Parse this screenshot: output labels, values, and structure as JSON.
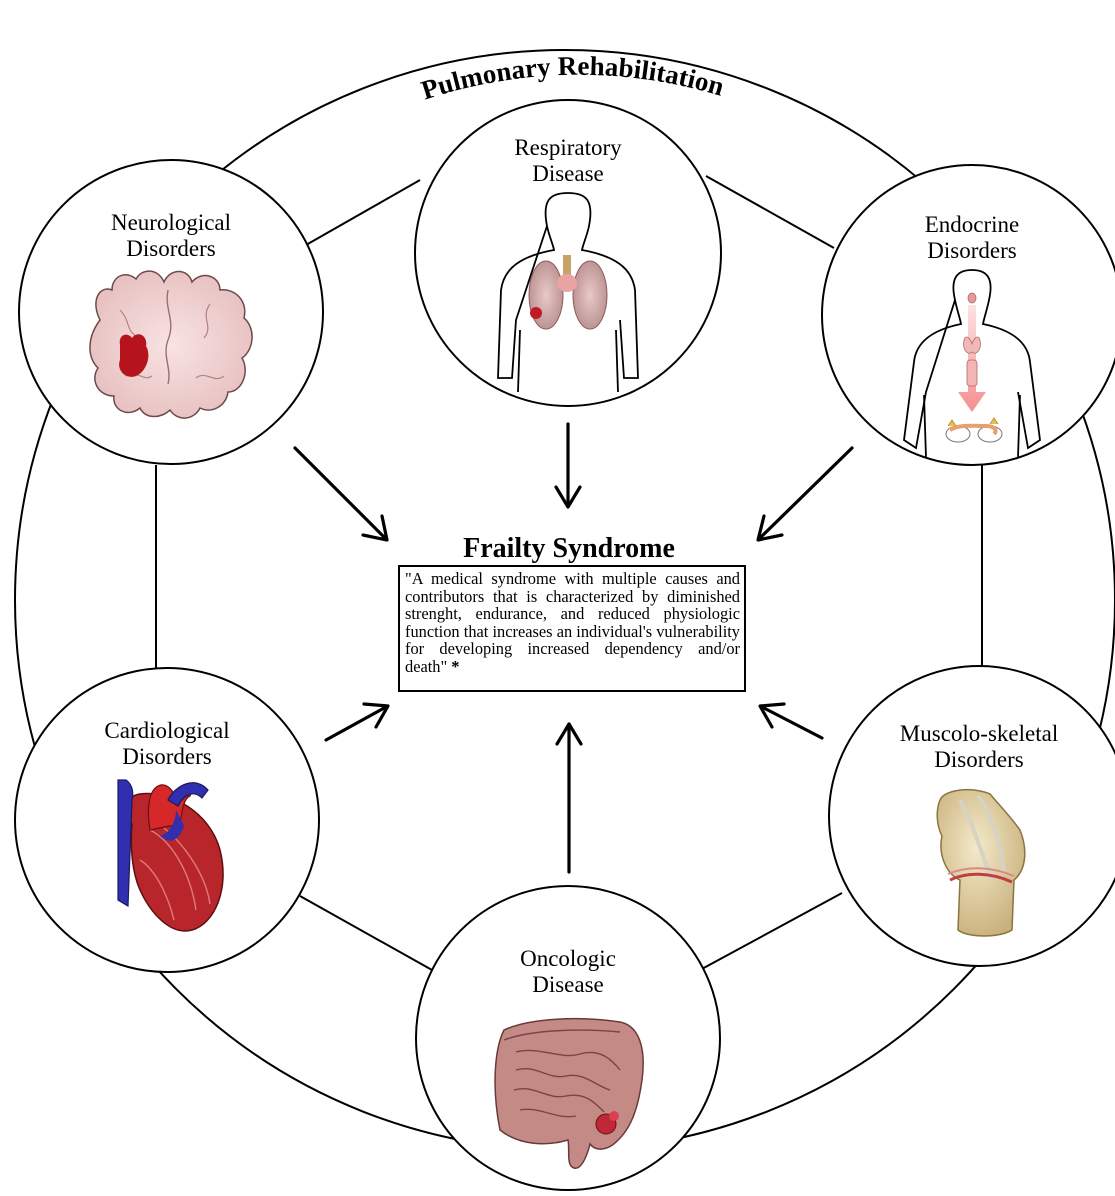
{
  "outer_title": "Pulmonary Rehabilitation",
  "center": {
    "title": "Frailty Syndrome",
    "definition": "\"A medical syndrome with multiple causes and contributors that is characterized by diminished strenght, endurance, and reduced physiologic function that increases an individual's vulnerability for developing increased dependency and/or death\"",
    "footnote_mark": "*"
  },
  "nodes": {
    "respiratory": {
      "line1": "Respiratory",
      "line2": "Disease"
    },
    "neurological": {
      "line1": "Neurological",
      "line2": "Disorders"
    },
    "endocrine": {
      "line1": "Endocrine",
      "line2": "Disorders"
    },
    "cardiological": {
      "line1": "Cardiological",
      "line2": "Disorders"
    },
    "musculoskeletal": {
      "line1": "Muscolo-skeletal",
      "line2": "Disorders"
    },
    "oncologic": {
      "line1": "Oncologic",
      "line2": "Disease"
    }
  },
  "icons": {
    "respiratory": "lungs-torso-icon",
    "neurological": "brain-section-icon",
    "endocrine": "endocrine-torso-icon",
    "cardiological": "heart-icon",
    "musculoskeletal": "knee-joint-icon",
    "oncologic": "intestine-icon"
  },
  "colors": {
    "stroke": "#000000",
    "brain": "#f0d3d3",
    "lesion": "#b5141c",
    "heart_red": "#d62828",
    "heart_blue": "#2f2fb0",
    "intestine": "#a06060",
    "bone": "#e8d8a8"
  }
}
